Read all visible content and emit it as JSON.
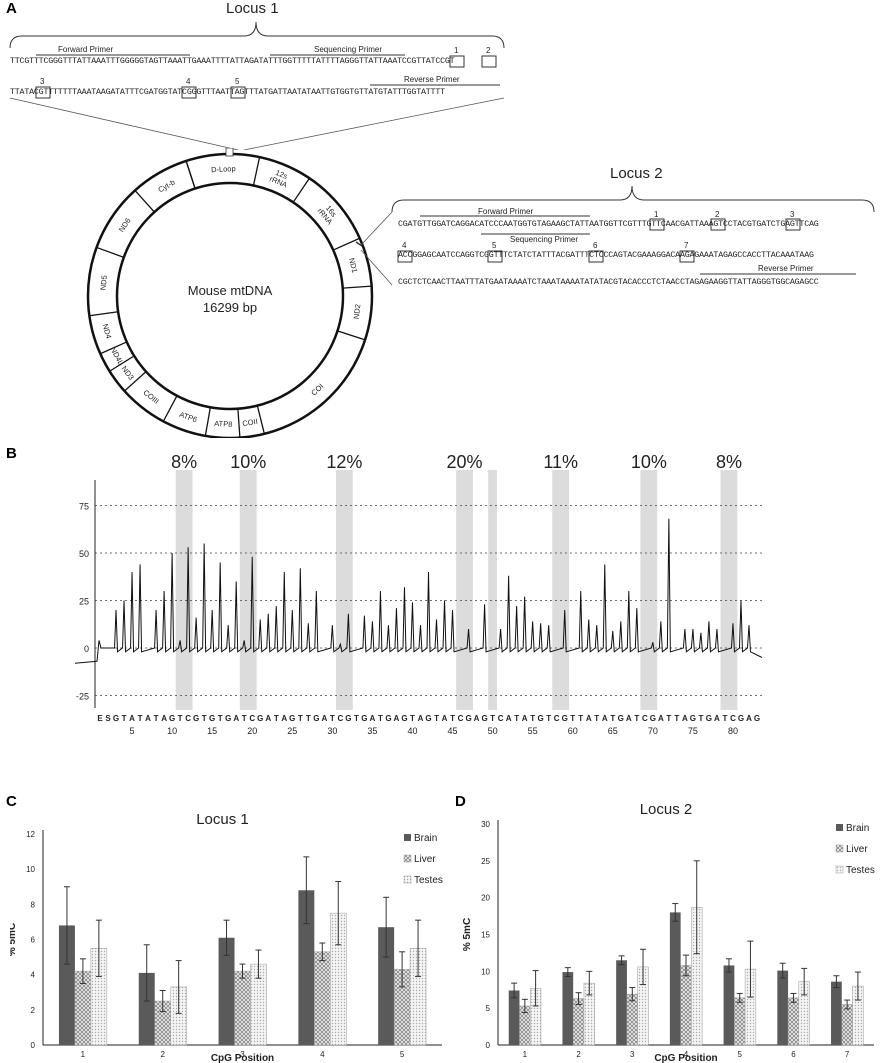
{
  "panels": {
    "a": "A",
    "b": "B",
    "c": "C",
    "d": "D"
  },
  "panelA": {
    "locus1_title": "Locus 1",
    "locus1_forward": "Forward Primer",
    "locus1_sequencing": "Sequencing Primer",
    "locus1_reverse": "Reverse Primer",
    "locus1_seq1": "TTCGTTTCGGGTTTATTAAATTTGGGGGTAGTTAAATTGAAATTTTATTAGATATTTGGTTTTTATTTTAGGGTTATTAAATCCGTTATCCGT",
    "locus1_seq2": "TTATACGTTTTTTTAAATAAGATATTTCGATGGTATCGGGTTTAATTAGTTTATGATTAATATAATTGTGGTGTTATGTATTTGGTATTTT",
    "locus2_title": "Locus 2",
    "locus2_forward": "Forward Primer",
    "locus2_sequencing": "Sequencing Primer",
    "locus2_reverse": "Reverse Primer",
    "locus2_seq1": "CGATGTTGGATCAGGACATCCCAATGGTGTAGAAGCTATTAATGGTTCGTTTGTTCAACGATTAAAGTCCTACGTGATCTGAGTTCAG",
    "locus2_seq2": "ACCGGAGCAATCCAGGTCGGTTTCTATCTATTTACGATTTCTCCCAGTACGAAAGGACAAGAGAAATAGAGCCACCTTACAAATAAG",
    "locus2_seq3": "CGCTCTCAACTTAATTTATGAATAAAATCTAAATAAAATATATACGTACACCCTCTAACCTAGAGAAGGTTATTAGGGTGGCAGAGCC",
    "cpg_numbers_l1": [
      "1",
      "2",
      "3",
      "4",
      "5"
    ],
    "cpg_numbers_l2": [
      "1",
      "2",
      "3",
      "4",
      "5",
      "6",
      "7"
    ],
    "map_center_line1": "Mouse mtDNA",
    "map_center_line2": "16299 bp",
    "genes": [
      "D-Loop",
      "12s rRNA",
      "16s rRNA",
      "ND1",
      "ND2",
      "COI",
      "COII",
      "ATP8",
      "ATP6",
      "COIII",
      "ND3",
      "ND4L",
      "ND4",
      "ND5",
      "ND6",
      "Cyt-b"
    ]
  },
  "panelB": {
    "percents": [
      "8%",
      "10%",
      "12%",
      "20%",
      "11%",
      "10%",
      "8%"
    ],
    "yticks": [
      "75",
      "50",
      "25",
      "0",
      "-25"
    ],
    "dispensation": "ESGTATATAGTCGTGTGATCGATAGTTGATCGTGATGAGTAGTATCGAGTCATATGTCGTTATATGATCGATTAGTGATCGAG",
    "xticks": [
      "5",
      "10",
      "15",
      "20",
      "25",
      "30",
      "35",
      "40",
      "45",
      "50",
      "55",
      "60",
      "65",
      "70",
      "75",
      "80"
    ]
  },
  "chart_data": [
    {
      "type": "bar",
      "title": "Locus 1",
      "xlabel": "CpG Position",
      "ylabel": "% 5mC",
      "categories": [
        "1",
        "2",
        "3",
        "4",
        "5"
      ],
      "ylim": [
        0,
        12
      ],
      "yticks": [
        "0",
        "2",
        "4",
        "6",
        "8",
        "10",
        "12"
      ],
      "series": [
        {
          "name": "Brain",
          "values": [
            6.8,
            4.1,
            6.1,
            8.8,
            6.7
          ],
          "err": [
            2.2,
            1.6,
            1.0,
            1.9,
            1.7
          ],
          "color": "#5f5f5f"
        },
        {
          "name": "Liver",
          "values": [
            4.2,
            2.5,
            4.2,
            5.3,
            4.3
          ],
          "err": [
            0.7,
            0.6,
            0.4,
            0.5,
            1.0
          ],
          "color": "#9a9a9a"
        },
        {
          "name": "Testes",
          "values": [
            5.5,
            3.3,
            4.6,
            7.5,
            5.5
          ],
          "err": [
            1.6,
            1.5,
            0.8,
            1.8,
            1.6
          ],
          "color": "#cfcfcf"
        }
      ]
    },
    {
      "type": "bar",
      "title": "Locus 2",
      "xlabel": "CpG Position",
      "ylabel": "% 5mC",
      "categories": [
        "1",
        "2",
        "3",
        "4",
        "5",
        "6",
        "7"
      ],
      "ylim": [
        0,
        30
      ],
      "yticks": [
        "0",
        "5",
        "10",
        "15",
        "20",
        "25",
        "30"
      ],
      "series": [
        {
          "name": "Brain",
          "values": [
            7.4,
            9.9,
            11.5,
            18.0,
            10.8,
            10.1,
            8.6
          ],
          "err": [
            1.0,
            0.6,
            0.6,
            1.2,
            0.9,
            1.0,
            0.8
          ],
          "color": "#5f5f5f"
        },
        {
          "name": "Liver",
          "values": [
            5.3,
            6.3,
            6.9,
            10.8,
            6.4,
            6.4,
            5.5
          ],
          "err": [
            0.9,
            0.8,
            0.9,
            1.4,
            0.6,
            0.6,
            0.6
          ],
          "color": "#9a9a9a"
        },
        {
          "name": "Testes",
          "values": [
            7.7,
            8.4,
            10.6,
            18.7,
            10.3,
            8.6,
            8.0
          ],
          "err": [
            2.4,
            1.6,
            2.4,
            6.3,
            3.8,
            1.8,
            1.9
          ],
          "color": "#cfcfcf"
        }
      ]
    }
  ]
}
